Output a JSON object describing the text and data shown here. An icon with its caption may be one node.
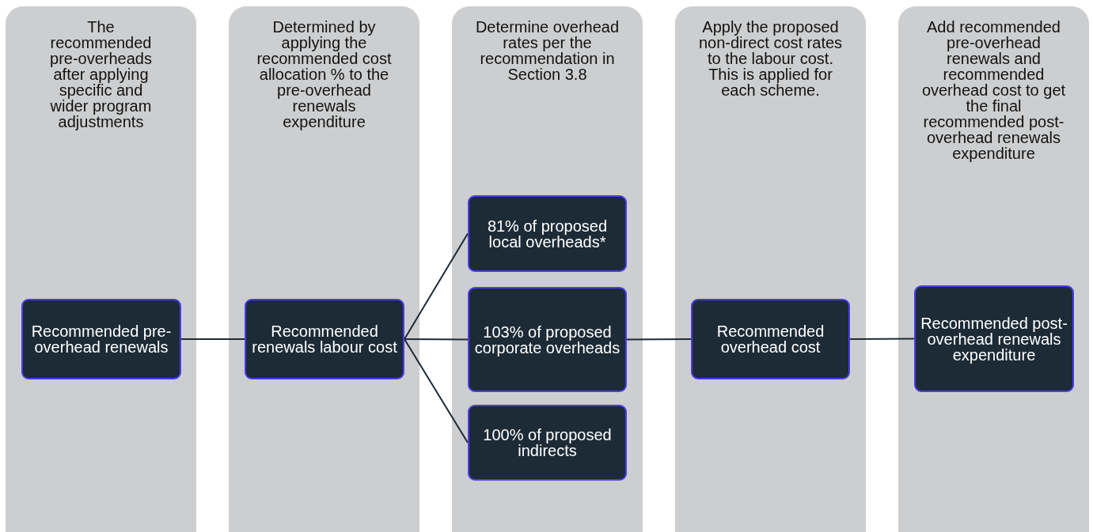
{
  "diagram": {
    "nodes": [
      {
        "text": [
          "The recommended pre-overheads after applying specific and wider program adjustments"
        ]
      },
      {
        "text": [
          "Recommended pre-overhead renewals"
        ],
        "in": 0
      },
      {
        "text": [
          "Determined by applying the recommended cost allocation % to the pre-overhead renewals expenditure"
        ]
      },
      {
        "text": [
          "Recommended renewals labour cost"
        ],
        "in": 2
      },
      {
        "text": [
          "Determine overhead rates per the recommendation in Section 3.8"
        ]
      },
      {
        "text": [
          "81% of proposed local overheads*"
        ],
        "in": 4
      },
      {
        "text": [
          "103% of proposed corporate overheads"
        ],
        "in": 4
      },
      {
        "text": [
          "100% of proposed indirects"
        ],
        "in": 4
      },
      {
        "text": [
          "Apply the proposed non-direct cost rates to the labour cost. This is applied for each scheme."
        ]
      },
      {
        "text": [
          "Recommended overhead cost"
        ],
        "in": 8
      },
      {
        "text": [
          "Add recommended pre-overhead renewals and recommended overhead cost to get the final recommended post-overhead renewals expenditure"
        ]
      },
      {
        "text": [
          "Recommended post-overhead renewals expenditure"
        ],
        "in": 10
      }
    ],
    "edges": [
      {
        "from": 1,
        "to": 3,
        "arrow": "none"
      },
      {
        "from": 3,
        "to": 5,
        "arrow": "none"
      },
      {
        "from": 3,
        "to": 6,
        "arrow": "none"
      },
      {
        "from": 3,
        "to": 7,
        "arrow": "none"
      },
      {
        "from": 6,
        "to": 9,
        "arrow": "none"
      },
      {
        "from": 9,
        "to": 11,
        "arrow": "none"
      }
    ]
  }
}
